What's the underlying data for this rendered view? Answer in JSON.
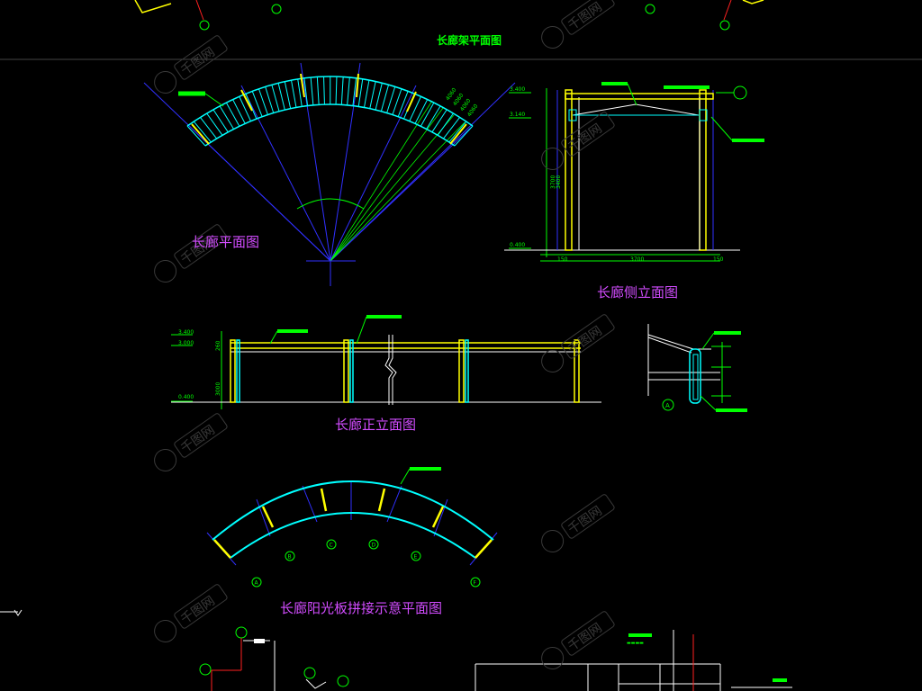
{
  "colors": {
    "background": "#000000",
    "cyan": "#00ffff",
    "yellow": "#ffff00",
    "green": "#00ff00",
    "blue": "#3030ff",
    "magenta": "#d24cff",
    "red": "#ff2020",
    "white": "#ffffff"
  },
  "titles": {
    "top_plan": "长廊架平面图",
    "plan": "长廊平面图",
    "side_elevation": "长廊侧立面图",
    "front_elevation": "长廊正立面图",
    "panel_plan": "长廊阳光板拼接示意平面图"
  },
  "dimensions": {
    "side_top": "3.400",
    "side_mid": "3.140",
    "side_base": "0.400",
    "front_top": "3.400",
    "front_mid": "3.000",
    "front_base": "0.400"
  },
  "axis_markers": [
    "A",
    "B",
    "C",
    "D",
    "E",
    "F"
  ],
  "watermark": "千图网"
}
